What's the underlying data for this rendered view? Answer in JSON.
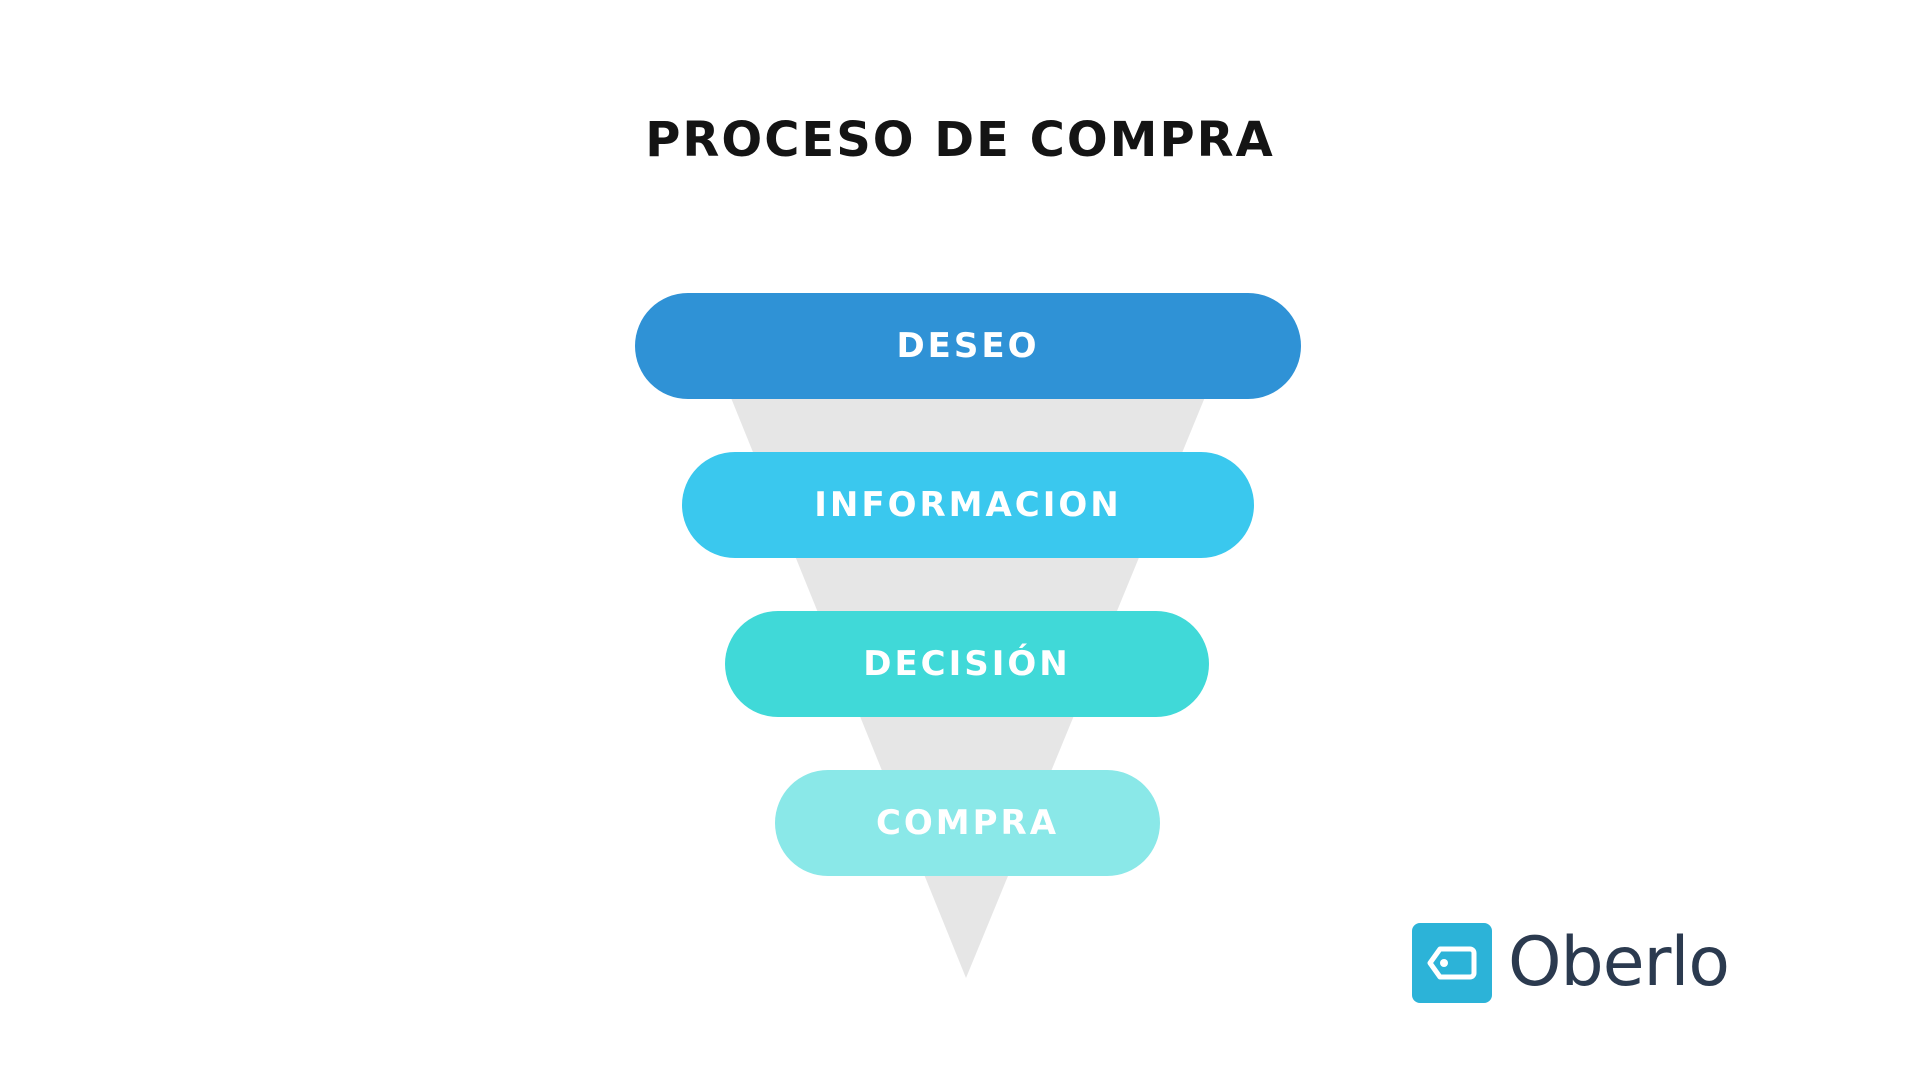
{
  "title": "PROCESO DE COMPRA",
  "stages": [
    {
      "label": "DESEO",
      "color": "#2F92D6"
    },
    {
      "label": "INFORMACION",
      "color": "#3AC8EE"
    },
    {
      "label": "DECISIÓN",
      "color": "#40D9D8"
    },
    {
      "label": "COMPRA",
      "color": "#8AE8E8"
    }
  ],
  "funnel_color": "#E6E6E6",
  "brand": {
    "name": "Oberlo",
    "icon": "price-tag-icon",
    "icon_bg": "#2CB3D8",
    "text_color": "#2B3A4F"
  }
}
